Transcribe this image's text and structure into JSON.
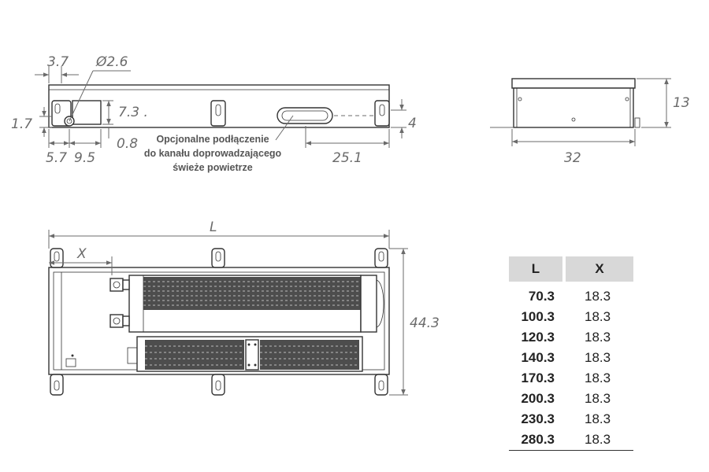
{
  "top_view": {
    "dims": {
      "d37": "3.7",
      "d26": "Ø2.6",
      "d73": "7.3 .",
      "d17": "1.7",
      "d08": "0.8",
      "d57": "5.7",
      "d95": "9.5",
      "d4": "4",
      "d251": "25.1"
    },
    "note": [
      "Opcjonalne podłączenie",
      "do kanału doprowadzającego",
      "świeże powietrze"
    ]
  },
  "side_view": {
    "dims": {
      "d13": "13",
      "d32": "32"
    }
  },
  "plan_view": {
    "dims": {
      "L": "L",
      "X": "X",
      "d443": "44.3"
    }
  },
  "table": {
    "headers": [
      "L",
      "X"
    ],
    "rows": [
      {
        "L": "70.3",
        "X": "18.3"
      },
      {
        "L": "100.3",
        "X": "18.3"
      },
      {
        "L": "120.3",
        "X": "18.3"
      },
      {
        "L": "140.3",
        "X": "18.3"
      },
      {
        "L": "170.3",
        "X": "18.3"
      },
      {
        "L": "200.3",
        "X": "18.3"
      },
      {
        "L": "230.3",
        "X": "18.3"
      },
      {
        "L": "280.3",
        "X": "18.3"
      }
    ]
  }
}
